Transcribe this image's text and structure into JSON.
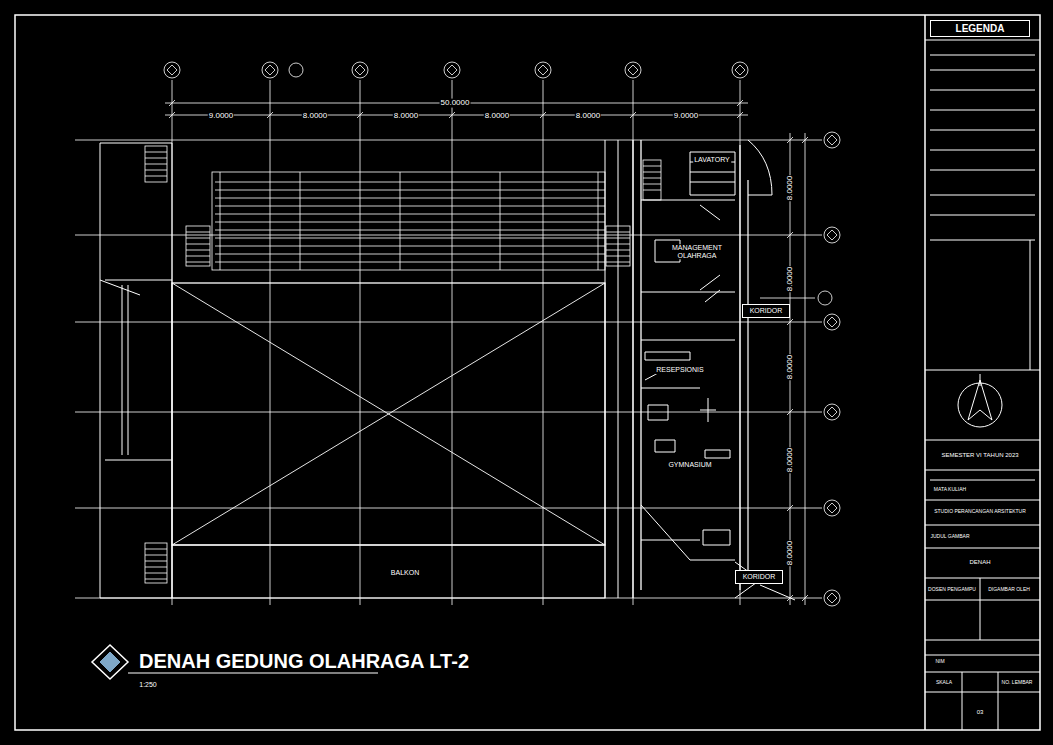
{
  "diagram": {
    "title": "DENAH GEDUNG OLAHRAGA LT-2",
    "nodes": [
      {
        "text": [
          "LEGENDA"
        ]
      },
      {
        "text": [
          "KORIDOR"
        ]
      },
      {
        "text": [
          "KORIDOR"
        ]
      }
    ],
    "labels": [
      "9.0000",
      "8.0000",
      "8.0000",
      "8.0000",
      "8.0000",
      "9.0000",
      "50.0000",
      "8.0000",
      "8.0000",
      "8.0000",
      "8.0000",
      "8.0000",
      "LAVATORY",
      "MANAGEMENT OLAHRAGA",
      "RESEPSIONIS",
      "GYMNASIUM",
      "BALKON",
      "1:250",
      "SEMESTER VI TAHUN 2023",
      "MATA KULIAH",
      "STUDIO PERANCANGAN ARSITEKTUR",
      "JUDUL GAMBAR",
      "DENAH",
      "DOSEN PENGAMPU",
      "DIGAMBAR OLEH",
      "NIM",
      "SKALA",
      "NO. LEMBAR",
      "03"
    ]
  }
}
